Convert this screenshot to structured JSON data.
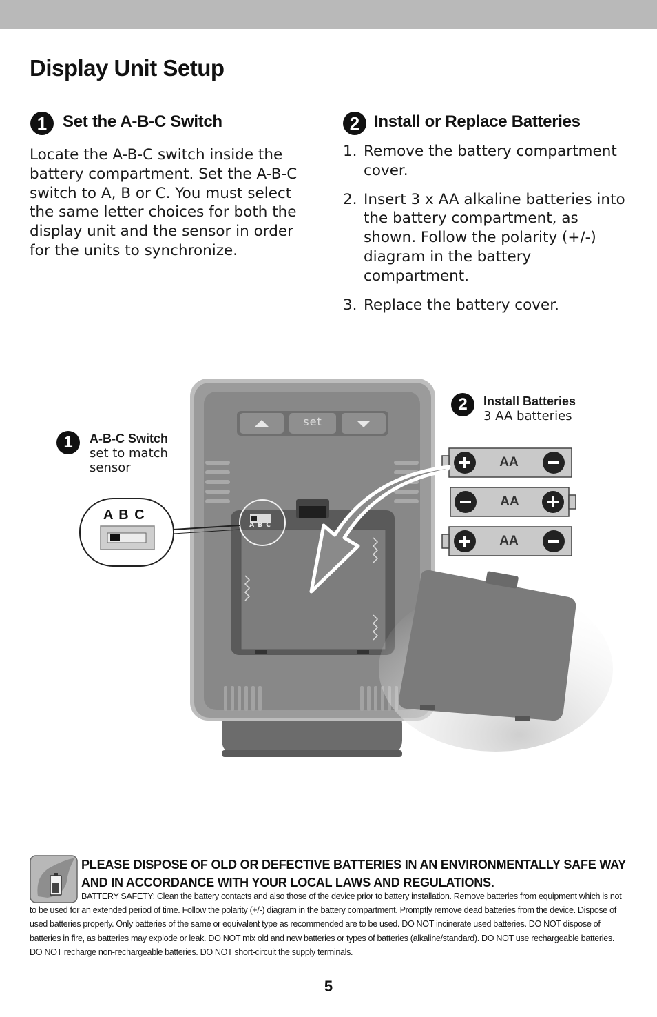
{
  "page": {
    "title": "Display Unit Setup",
    "page_number": "5"
  },
  "step1": {
    "number": "1",
    "heading": "Set the A-B-C Switch",
    "body": "Locate the A-B-C switch inside the battery compartment. Set the A-B-C switch to A, B or C. You must select the same letter choices for both the display unit and the sensor in order for the units to synchronize."
  },
  "step2": {
    "number": "2",
    "heading": "Install or Replace Batteries",
    "items": [
      {
        "n": "1.",
        "text": "Remove the battery compartment cover."
      },
      {
        "n": "2.",
        "text": "Insert 3 x AA alkaline batteries into the battery compartment, as shown. Follow the polarity (+/-) diagram in the battery compartment."
      },
      {
        "n": "3.",
        "text": "Replace the battery cover."
      }
    ]
  },
  "illustration": {
    "abc_callout": {
      "number": "1",
      "title": "A-B-C Switch",
      "sub1": "set to match",
      "sub2": "sensor"
    },
    "switch_label": "A B C",
    "switch_small_label": "A B C",
    "install_callout": {
      "number": "2",
      "title": "Install Batteries",
      "sub": "3 AA batteries"
    },
    "battery_label": "AA",
    "set_button_label": "set"
  },
  "disposal": {
    "heading": "PLEASE DISPOSE OF OLD OR DEFECTIVE BATTERIES IN AN ENVIRONMENTALLY SAFE WAY AND IN ACCORDANCE WITH YOUR LOCAL LAWS AND REGULATIONS.",
    "safety": "BATTERY SAFETY: Clean the battery contacts and also those of the device prior to battery installation. Remove batteries from equipment which is not to be used for an extended period of time. Follow the polarity (+/-) diagram in the battery compartment. Promptly remove dead batteries from the device. Dispose of used batteries properly. Only batteries of the same or equivalent type as recommended are to be used. DO NOT incinerate used batteries. DO NOT dispose of batteries in fire, as batteries may explode or leak. DO NOT mix old and new batteries or types of batteries (alkaline/standard). DO NOT use rechargeable batteries. DO NOT recharge non-rechargeable batteries. DO NOT short-circuit the supply terminals."
  }
}
